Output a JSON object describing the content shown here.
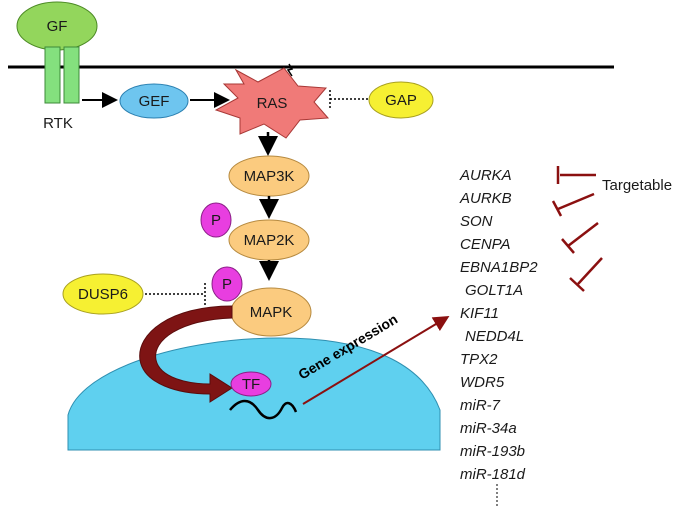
{
  "labels": {
    "gf": "GF",
    "rtk": "RTK",
    "gef": "GEF",
    "ras": "RAS",
    "gap": "GAP",
    "map3k": "MAP3K",
    "map2k": "MAP2K",
    "mapk": "MAPK",
    "dusp6": "DUSP6",
    "p": "P",
    "tf": "TF",
    "gene_expression": "Gene expression",
    "targetable": "Targetable"
  },
  "genes": [
    "AURKA",
    "AURKB",
    "SON",
    "CENPA",
    "EBNA1BP2",
    "GOLT1A",
    "KIF11",
    "NEDD4L",
    "TPX2",
    "WDR5",
    "miR-7",
    "miR-34a",
    "miR-193b",
    "miR-181d"
  ],
  "colors": {
    "gf_green": "#93d65c",
    "rtk_green": "#84e07e",
    "gef_blue": "#6ec5ef",
    "ras_red": "#f07a78",
    "yellow": "#f6f032",
    "kinase_orange": "#fbcb7f",
    "phospho_magenta": "#e83ee0",
    "nucleus_cyan": "#5fd0ef",
    "dark_red": "#8b1010"
  }
}
